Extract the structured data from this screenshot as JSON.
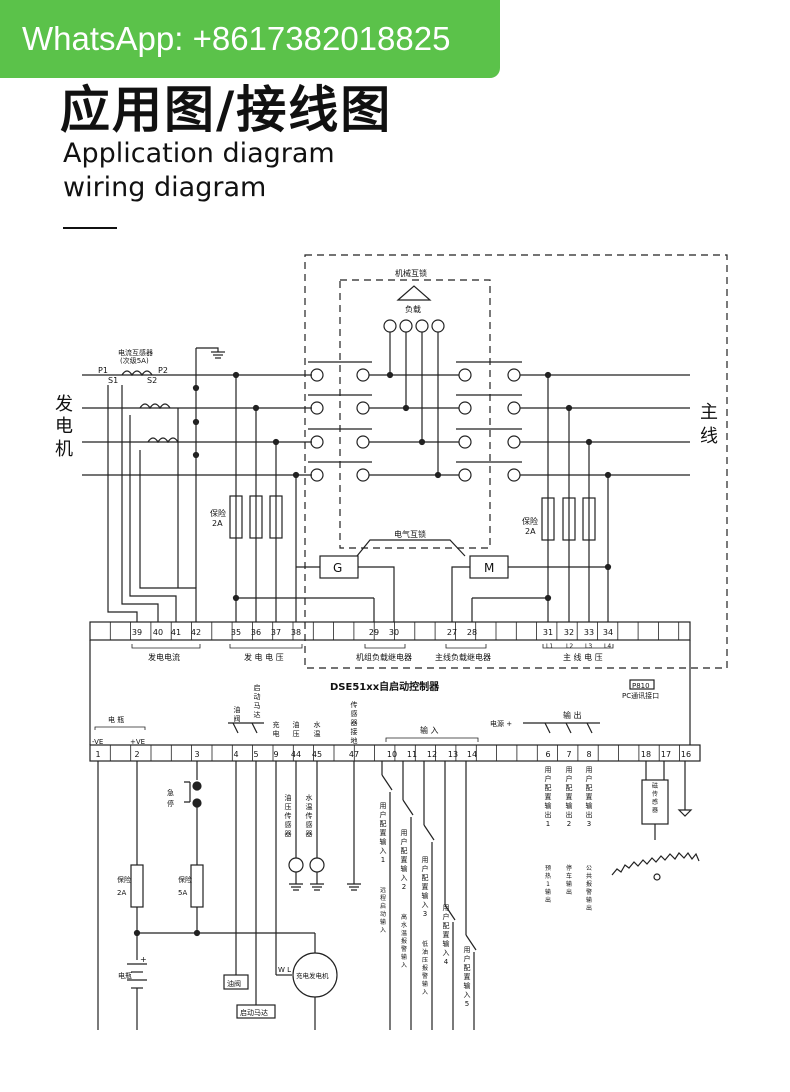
{
  "watermark": "WhatsApp: +8617382018825",
  "title_cn": "应用图/接线图",
  "title_en_line1": "Application diagram",
  "title_en_line2": "wiring diagram",
  "left_label": [
    "发",
    "电",
    "机"
  ],
  "right_label": [
    "主",
    "线"
  ],
  "ct_label": "电流互感器",
  "ct_sub": "(次级5A)",
  "ct_p1": "P1",
  "ct_p2": "P2",
  "ct_s1": "S1",
  "ct_s2": "S2",
  "mech_interlock": "机械互锁",
  "load": "负载",
  "elec_interlock": "电气互锁",
  "fuse_2a": "保险",
  "fuse_2a_val": "2A",
  "contactor_g": "G",
  "contactor_m": "M",
  "top_terminals": [
    "39",
    "40",
    "41",
    "42",
    "35",
    "36",
    "37",
    "38",
    "29",
    "30",
    "27",
    "28",
    "31",
    "32",
    "33",
    "34"
  ],
  "group_gen_current": "发电电流",
  "group_gen_voltage": "发 电 电 压",
  "group_gen_relay": "机组负载继电器",
  "group_mains_relay": "主线负载继电器",
  "group_mains_voltage": "主 线 电 压",
  "l_labels": [
    "L1",
    "L2",
    "L3",
    "L4"
  ],
  "controller_name": "DSE51xx自启动控制器",
  "pc_port_code": "P810",
  "pc_port_label": "PC通讯接口",
  "battery_label": "电 瓶",
  "neg": "-VE",
  "pos": "+VE",
  "bottom_terminals": [
    "1",
    "2",
    "3",
    "4",
    "5",
    "9",
    "44",
    "45",
    "47",
    "10",
    "11",
    "12",
    "13",
    "14",
    "6",
    "7",
    "8",
    "18",
    "17",
    "16"
  ],
  "fuel_valve_v": "油阀",
  "start_motor_v": "启动马达",
  "charge_v": "充电",
  "oil_press_v": "油压",
  "water_temp_v": "水温",
  "sensor_gnd_v": "传感器接地",
  "input_label": "输 入",
  "power_label": "电源 +",
  "output_label": "输 出",
  "estop_v": "急停",
  "fuse_5a": "保险",
  "fuse_5a_val": "5A",
  "oil_sensor_v": "油压传感器",
  "water_sensor_v": "水温传感器",
  "user_input_v": "用户配置输入",
  "user_inputs": [
    "1",
    "2",
    "3",
    "4",
    "5"
  ],
  "input_desc": [
    "远程启动输入",
    "高水温报警输入",
    "低油压报警输入"
  ],
  "user_output_v": "用户配置输出",
  "user_outputs": [
    "1",
    "2",
    "3"
  ],
  "output_desc": [
    "预热1输出",
    "停车输出",
    "公共报警输出"
  ],
  "speed_sensor_v": "磁传感器",
  "battery_v": "电瓶",
  "bat_plus": "+",
  "wl": "W L",
  "charger": "充电发电机",
  "fuel_valve_box": "油阀",
  "start_motor_box": "启动马达"
}
